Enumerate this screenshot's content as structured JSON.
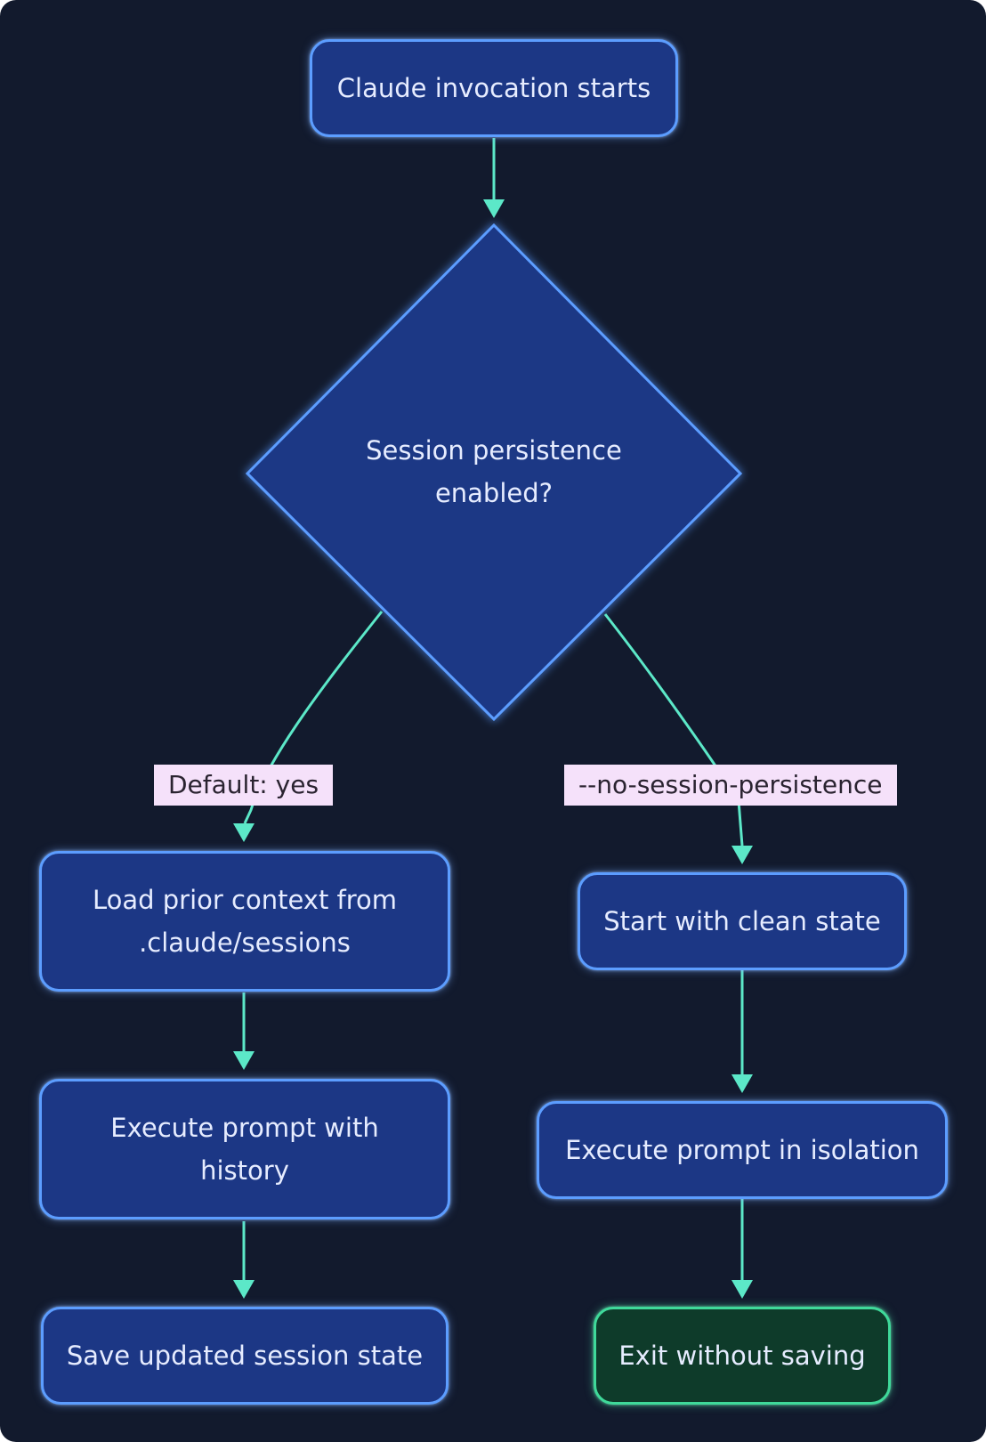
{
  "nodes": {
    "start": "Claude invocation starts",
    "decision_line1": "Session persistence",
    "decision_line2": "enabled?",
    "load_line1": "Load prior context from",
    "load_line2": ".claude/sessions",
    "exec_history_line1": "Execute prompt with",
    "exec_history_line2": "history",
    "save": "Save updated session state",
    "clean": "Start with clean state",
    "exec_isolation": "Execute prompt in isolation",
    "exit": "Exit without saving"
  },
  "edges": {
    "yes_label": "Default: yes",
    "no_label": "--no-session-persistence"
  },
  "colors": {
    "background": "#121a2d",
    "node_fill": "#1c3785",
    "node_border": "#5c9dff",
    "exit_fill": "#0e3b2a",
    "exit_border": "#3fd99a",
    "edge": "#5ce8c8",
    "edge_label_bg": "#f5e1fa"
  }
}
